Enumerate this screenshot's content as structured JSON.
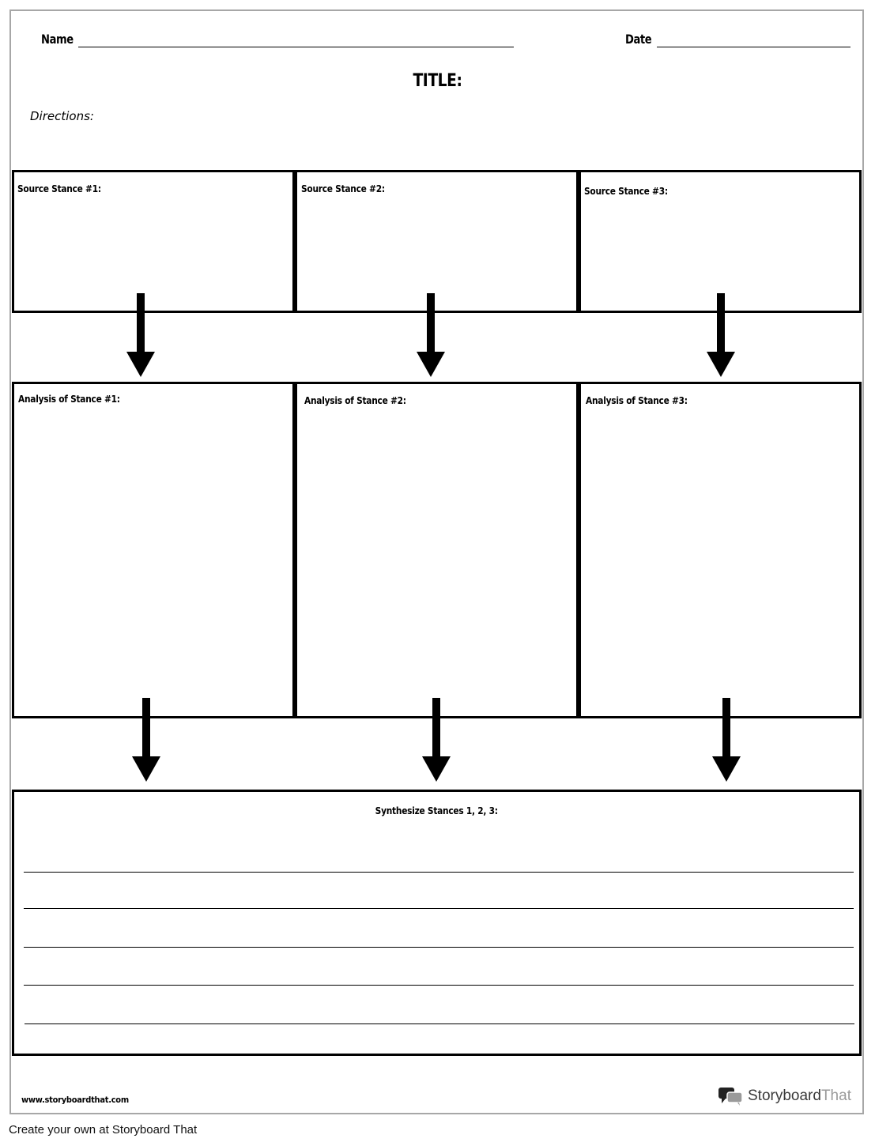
{
  "header": {
    "name_label": "Name",
    "date_label": "Date",
    "title": "TITLE:",
    "directions": "Directions:"
  },
  "boxes": {
    "source": [
      "Source Stance #1:",
      "Source Stance #2:",
      "Source Stance #3:"
    ],
    "analysis": [
      "Analysis of Stance #1:",
      "Analysis of Stance #2:",
      "Analysis of Stance #3:"
    ],
    "synthesis": "Synthesize Stances 1, 2, 3:"
  },
  "footer": {
    "url": "www.storyboardthat.com",
    "logo_word_1": "Storyboard",
    "logo_word_2": "That",
    "logo_icon": "speech-bubbles-icon"
  },
  "caption": "Create your own at Storyboard That"
}
